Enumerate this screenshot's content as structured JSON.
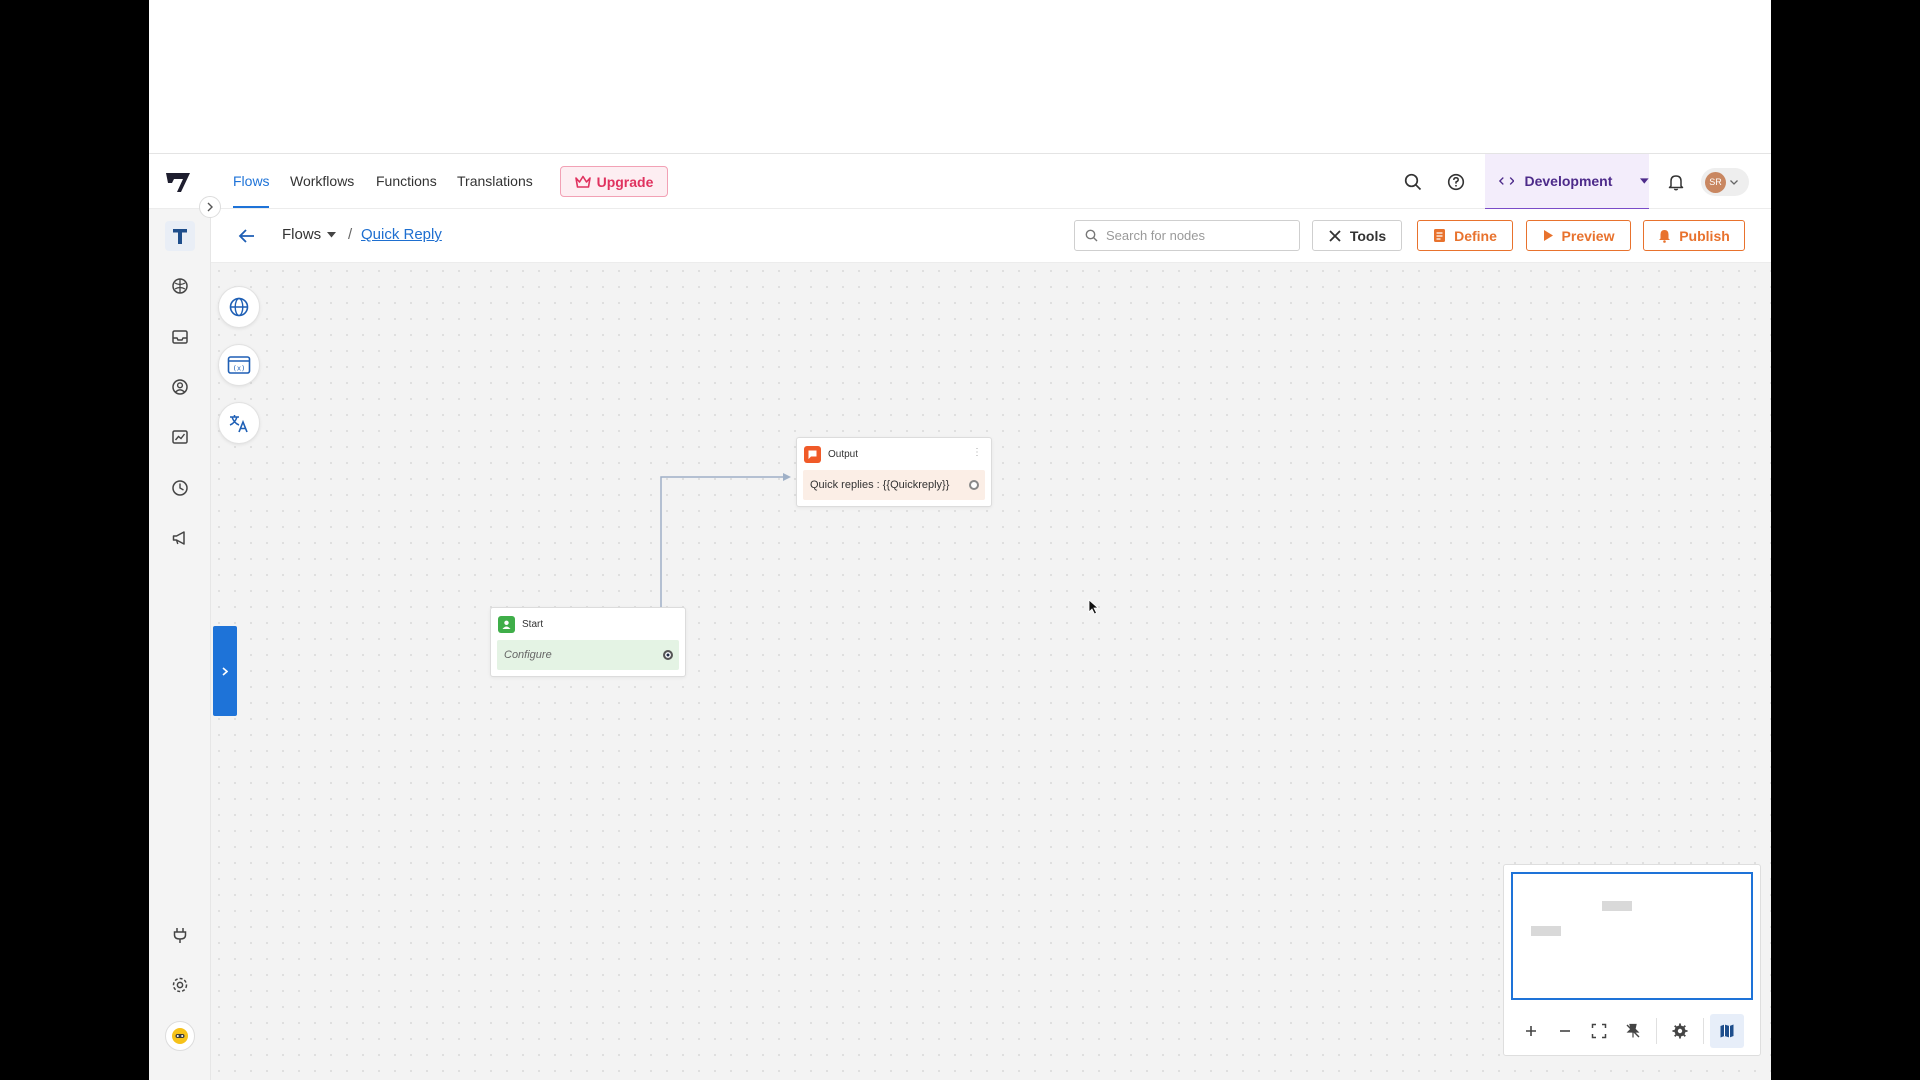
{
  "nav": {
    "tabs": [
      {
        "label": "Flows",
        "active": true
      },
      {
        "label": "Workflows",
        "active": false
      },
      {
        "label": "Functions",
        "active": false
      },
      {
        "label": "Translations",
        "active": false
      }
    ],
    "upgrade_label": "Upgrade",
    "environment": "Development",
    "avatar_initials": "SR"
  },
  "subheader": {
    "breadcrumb_root": "Flows",
    "breadcrumb_separator": "/",
    "breadcrumb_current": "Quick Reply",
    "search_placeholder": "Search for nodes",
    "tools_label": "Tools",
    "define_label": "Define",
    "preview_label": "Preview",
    "publish_label": "Publish"
  },
  "canvas": {
    "output_node": {
      "title": "Output",
      "body": "Quick replies : {{Quickreply}}"
    },
    "start_node": {
      "title": "Start",
      "body": "Configure"
    }
  },
  "colors": {
    "accent": "#1e73d8",
    "action_orange": "#e8722d",
    "upgrade_pink": "#e0325f",
    "env_purple": "#4d2b8a",
    "start_green": "#3fae49",
    "output_orange": "#f05a28"
  },
  "icons": {
    "rail": [
      "brand-t-icon",
      "brain-icon",
      "inbox-icon",
      "contacts-icon",
      "analytics-icon",
      "history-icon",
      "megaphone-icon",
      "plug-icon",
      "settings-icon",
      "support-icon"
    ],
    "canvas_tools": [
      "globe-icon",
      "variables-icon",
      "translate-icon"
    ],
    "minimap": [
      "zoom-in-icon",
      "zoom-out-icon",
      "fit-view-icon",
      "pin-icon",
      "settings-icon",
      "map-icon"
    ]
  }
}
